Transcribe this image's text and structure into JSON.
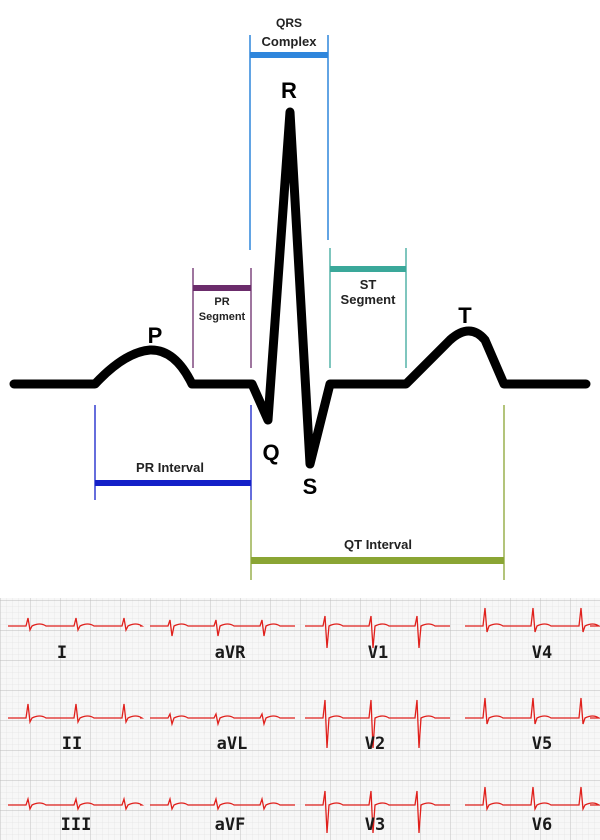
{
  "waves": {
    "p": "P",
    "q": "Q",
    "r": "R",
    "s": "S",
    "t": "T"
  },
  "intervals": {
    "qrs_line1": "QRS",
    "qrs_line2": "Complex",
    "pr_segment_line1": "PR",
    "pr_segment_line2": "Segment",
    "st_segment_line1": "ST",
    "st_segment_line2": "Segment",
    "pr_interval": "PR Interval",
    "qt_interval": "QT Interval"
  },
  "colors": {
    "trace": "#000000",
    "qrs": "#2f86dc",
    "pr_segment": "#6b2c6b",
    "st_segment": "#3aa89a",
    "pr_interval": "#1420c8",
    "qt_interval": "#8aa534",
    "ecg_trace": "#e0201c",
    "grid_minor": "#dcdcdc",
    "grid_major": "#b8b8b8"
  },
  "leads": {
    "row1": [
      "I",
      "aVR",
      "V1",
      "V4"
    ],
    "row2": [
      "II",
      "aVL",
      "V2",
      "V5"
    ],
    "row3": [
      "III",
      "aVF",
      "V3",
      "V6"
    ]
  }
}
